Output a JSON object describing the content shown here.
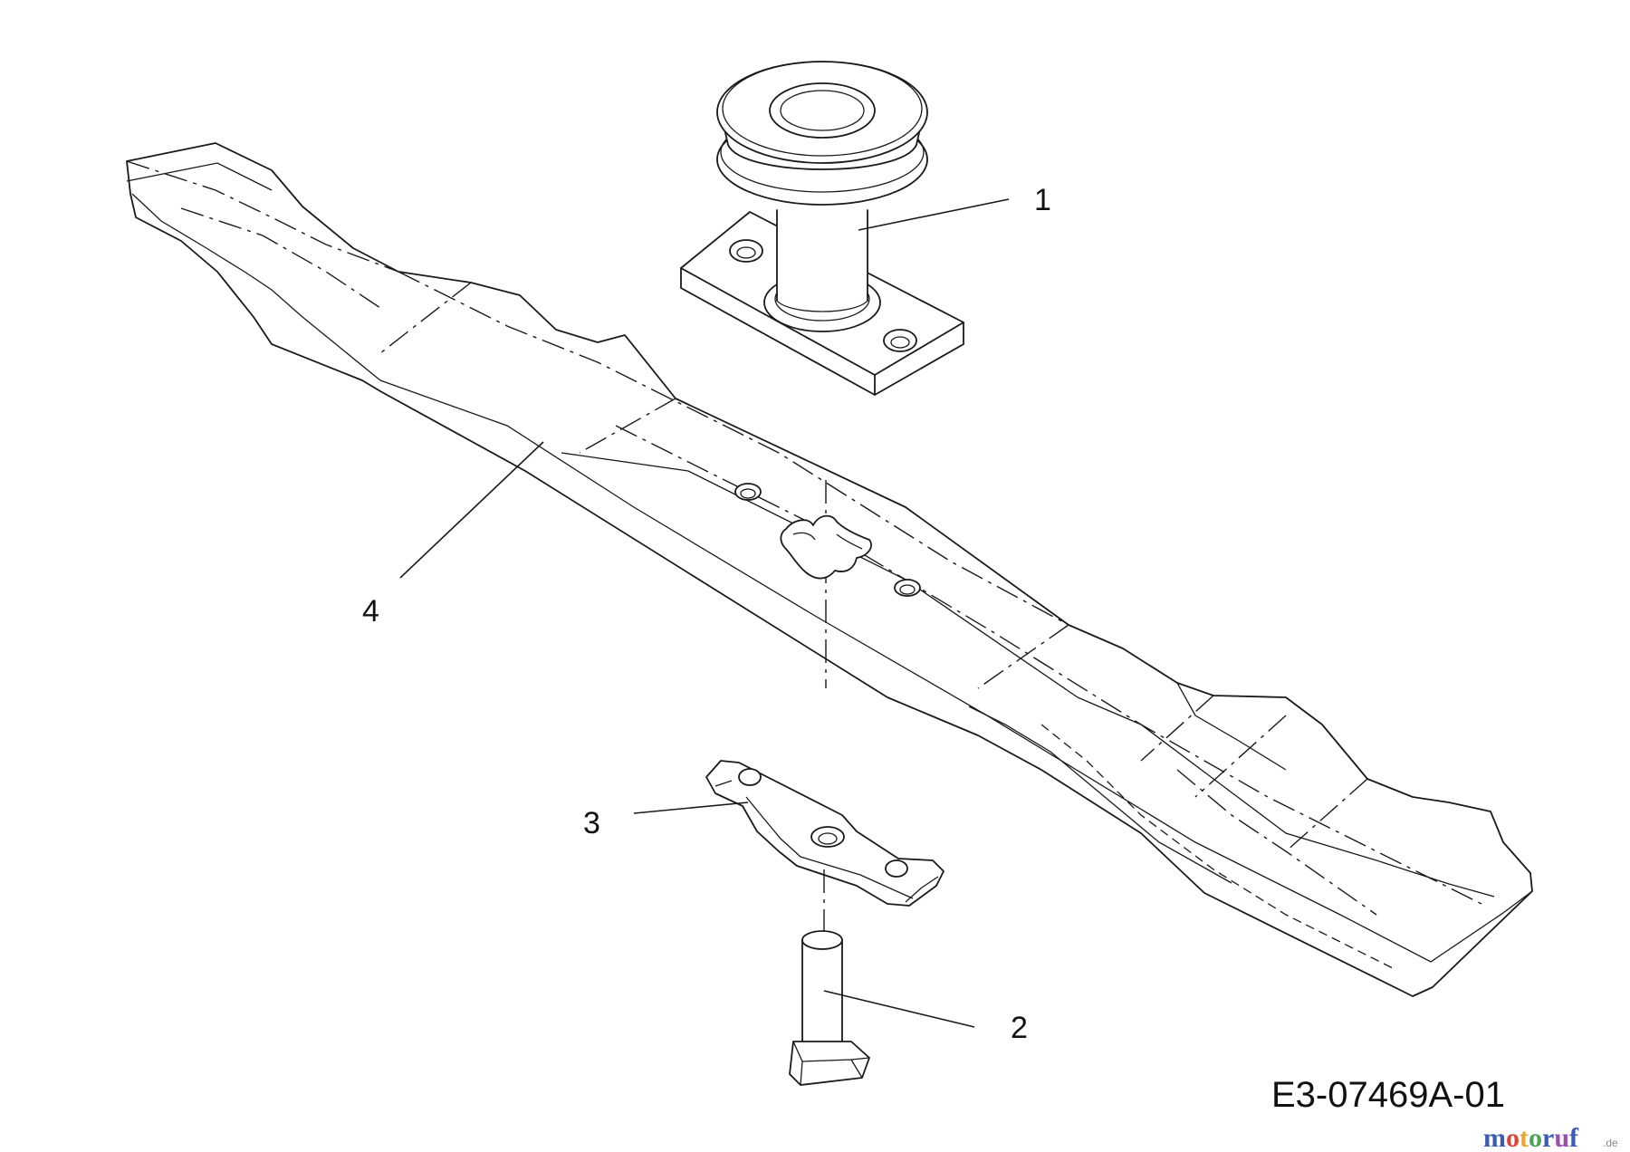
{
  "callouts": {
    "part1": "1",
    "part2": "2",
    "part3": "3",
    "part4": "4"
  },
  "drawing_code": "E3-07469A-01",
  "watermark": {
    "brand": "motoruf",
    "tld": ".de",
    "colors": [
      "#3b5bb5",
      "#d9473b",
      "#e8a531",
      "#4aa356",
      "#3b5bb5",
      "#9a4fb0",
      "#3b5bb5"
    ]
  },
  "colors": {
    "line": "#1a1a1a",
    "background": "#ffffff"
  }
}
